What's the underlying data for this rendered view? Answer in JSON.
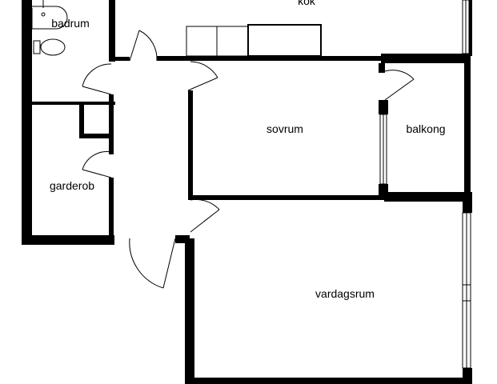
{
  "plan": {
    "rooms": {
      "kok": "kök",
      "badrum": "badrum",
      "sovrum": "sovrum",
      "balkong": "balkong",
      "garderob": "garderob",
      "vardagsrum": "vardagsrum"
    }
  },
  "colors": {
    "wall": "#000000",
    "background": "#ffffff"
  }
}
